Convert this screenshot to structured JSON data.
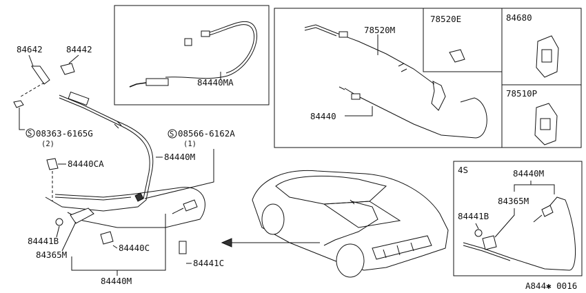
{
  "diagram_code": "A844✱ 0016",
  "callouts": {
    "p84642": "84642",
    "p84442": "84442",
    "p08363_part": "08363-6165G",
    "p08363_qty": "(2)",
    "p08566_part": "08566-6162A",
    "p08566_qty": "(1)",
    "p84440CA": "84440CA",
    "p84440M_right": "84440M",
    "p84441B": "84441B",
    "p84365M": "84365M",
    "p84440C": "84440C",
    "p84441C": "84441C",
    "p84440M_bottom": "84440M",
    "p84440MA": "84440MA",
    "p78520M": "78520M",
    "p84440": "84440",
    "p78520E": "78520E",
    "p84680": "84680",
    "p78510P": "78510P",
    "inset_4s_title": "4S",
    "inset_4s_84440M": "84440M",
    "inset_4s_84365M": "84365M",
    "inset_4s_84441B": "84441B"
  },
  "screw_symbol": "S"
}
